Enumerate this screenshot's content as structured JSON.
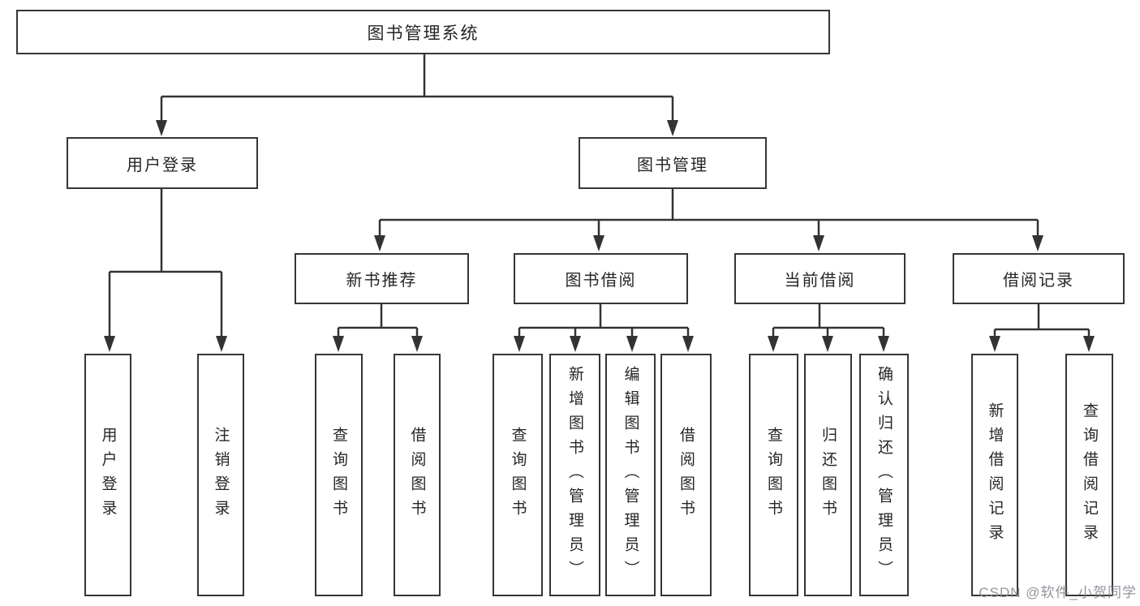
{
  "diagram": {
    "type": "hierarchy-tree",
    "watermark": "CSDN @软件_小贺同学",
    "colors": {
      "background": "#ffffff",
      "line": "#333333",
      "box_border": "#363636",
      "text": "#262626",
      "watermark": "#88888f"
    },
    "tree": {
      "label": "图书管理系统",
      "children": [
        {
          "label": "用户登录",
          "children": [
            {
              "label": "用户登录"
            },
            {
              "label": "注销登录"
            }
          ]
        },
        {
          "label": "图书管理",
          "children": [
            {
              "label": "新书推荐",
              "children": [
                {
                  "label": "查询图书"
                },
                {
                  "label": "借阅图书"
                }
              ]
            },
            {
              "label": "图书借阅",
              "children": [
                {
                  "label": "查询图书"
                },
                {
                  "label": "新增图书（管理员）"
                },
                {
                  "label": "编辑图书（管理员）"
                },
                {
                  "label": "借阅图书"
                }
              ]
            },
            {
              "label": "当前借阅",
              "children": [
                {
                  "label": "查询图书"
                },
                {
                  "label": "归还图书"
                },
                {
                  "label": "确认归还（管理员）"
                }
              ]
            },
            {
              "label": "借阅记录",
              "children": [
                {
                  "label": "新增借阅记录"
                },
                {
                  "label": "查询借阅记录"
                }
              ]
            }
          ]
        }
      ]
    }
  }
}
